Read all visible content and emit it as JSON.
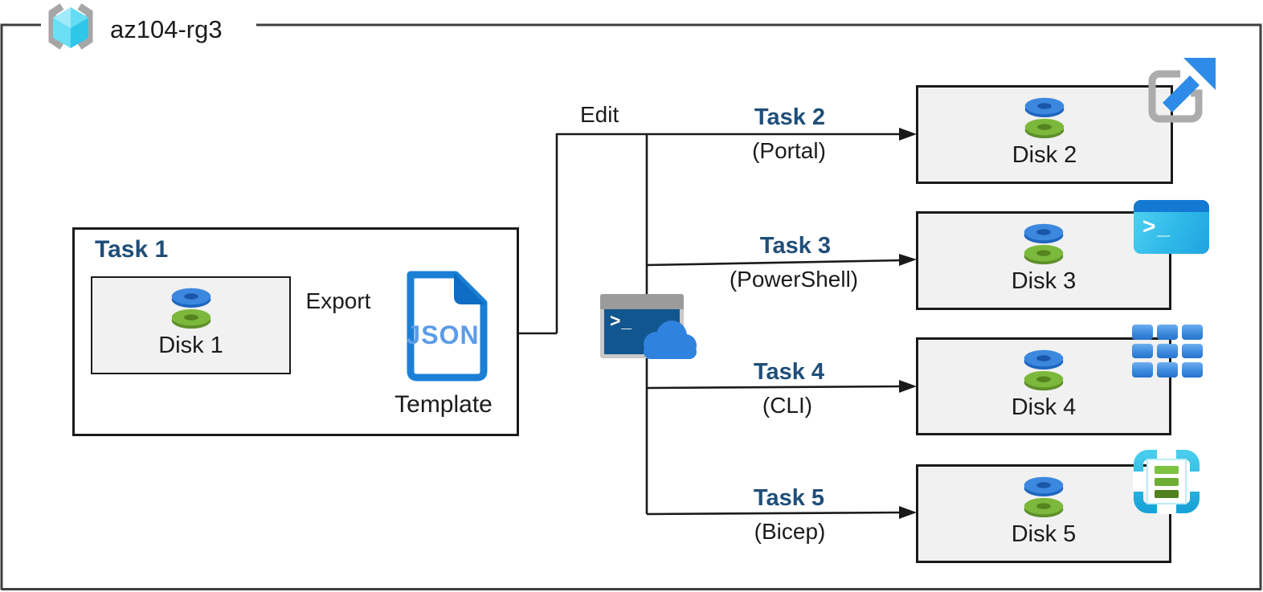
{
  "header": {
    "resource_group_name": "az104-rg3",
    "resource_group_icon": "resource-group-icon"
  },
  "task1": {
    "title": "Task 1",
    "disk_label": "Disk 1"
  },
  "labels": {
    "export": "Export",
    "edit": "Edit",
    "json": "JSON",
    "template": "Template",
    "shell_prompt": ">_",
    "powershell_prompt": ">_"
  },
  "tasks": [
    {
      "title": "Task 2",
      "method": "(Portal)",
      "disk_label": "Disk 2",
      "icon": "azure-portal-icon"
    },
    {
      "title": "Task 3",
      "method": "(PowerShell)",
      "disk_label": "Disk 3",
      "icon": "powershell-icon"
    },
    {
      "title": "Task 4",
      "method": "(CLI)",
      "disk_label": "Disk 4",
      "icon": "azure-cli-icon"
    },
    {
      "title": "Task 5",
      "method": "(Bicep)",
      "disk_label": "Disk 5",
      "icon": "bicep-template-icon"
    }
  ],
  "icons": {
    "middle": "cloud-shell-icon",
    "template_file": "json-file-icon",
    "disk": "managed-disk-icon"
  },
  "colors": {
    "task_heading": "#1F4E79",
    "box_fill": "#F1F1F1",
    "line": "#1A1A1A",
    "outer_border": "#3F3F3F",
    "accent_blue": "#2E87E0",
    "cyan": "#2EC6E9",
    "green": "#76B235"
  }
}
